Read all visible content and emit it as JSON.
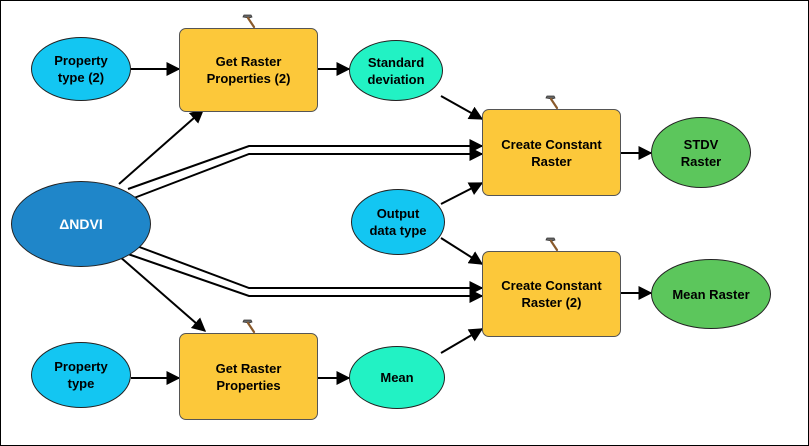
{
  "diagram": {
    "nodes": {
      "property_type_2": "Property\ntype (2)",
      "get_raster_properties_2": "Get Raster\nProperties (2)",
      "standard_deviation": "Standard\ndeviation",
      "create_constant_raster": "Create Constant\nRaster",
      "stdv_raster": "STDV\nRaster",
      "delta_ndvi": "ΔNDVI",
      "output_data_type": "Output\ndata type",
      "create_constant_raster_2": "Create Constant\nRaster (2)",
      "mean_raster": "Mean Raster",
      "property_type": "Property\ntype",
      "get_raster_properties": "Get Raster\nProperties",
      "mean": "Mean"
    },
    "tool_icon": "hammer-icon",
    "colors": {
      "input_variable": "#13c6f2",
      "data_variable": "#1f86c9",
      "derived_variable": "#22f2c4",
      "output_variable": "#5cc65c",
      "tool": "#fcc83a",
      "connector": "#000000"
    }
  }
}
